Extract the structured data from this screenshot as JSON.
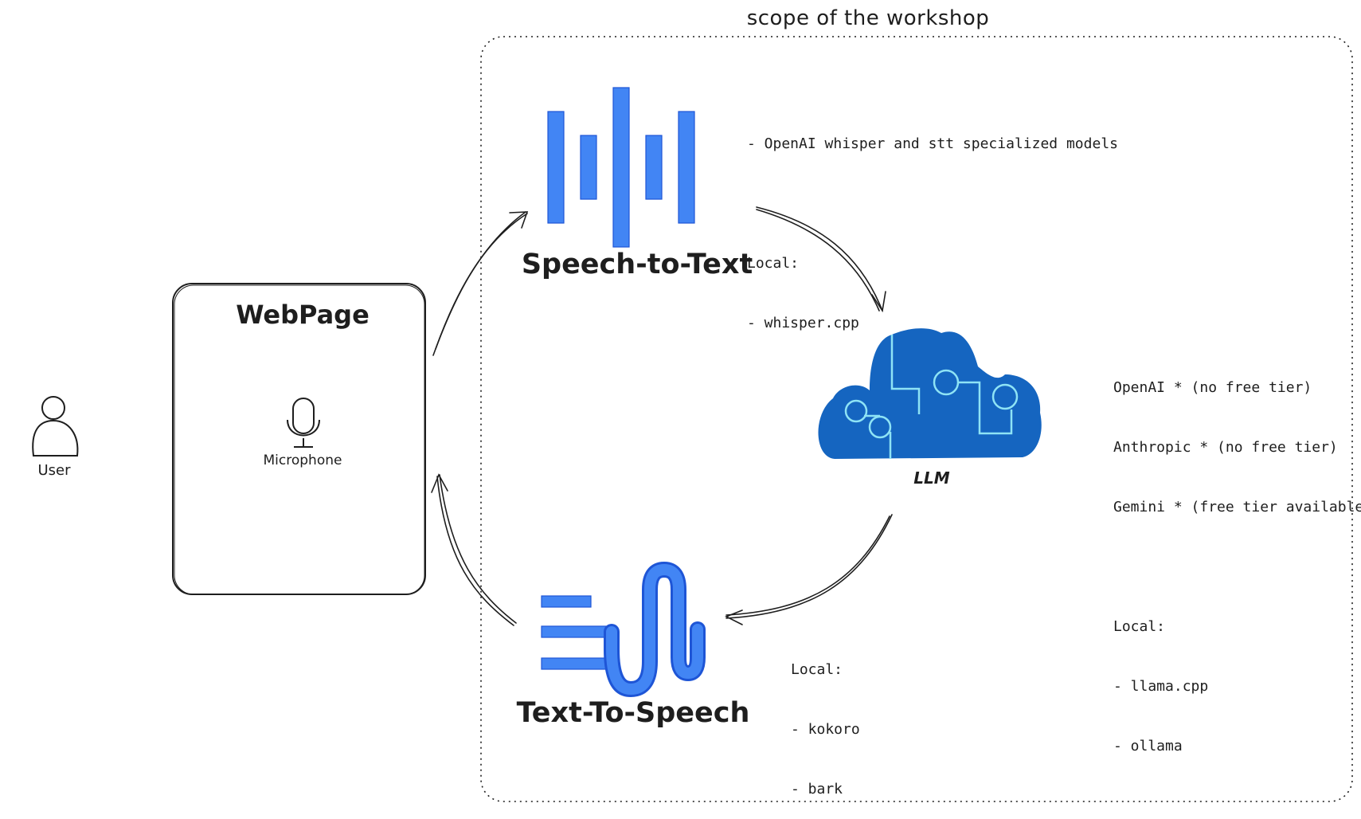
{
  "scope": {
    "title": "scope of the workshop"
  },
  "user": {
    "label": "User"
  },
  "webpage": {
    "title": "WebPage",
    "mic_label": "Microphone"
  },
  "stt": {
    "title": "Speech-to-Text",
    "notes": [
      "- OpenAI whisper and stt specialized models",
      "",
      "Local:",
      "- whisper.cpp"
    ]
  },
  "llm": {
    "label": "LLM",
    "notes": [
      "OpenAI * (no free tier)",
      "Anthropic * (no free tier)",
      "Gemini * (free tier available)",
      "",
      "Local:",
      "- llama.cpp",
      "- ollama"
    ]
  },
  "tts": {
    "title": "Text-To-Speech",
    "notes": [
      "Local:",
      "- kokoro",
      "- bark"
    ]
  },
  "colors": {
    "ink": "#1e1e1e",
    "stt_blue": "#4285f4",
    "stt_stroke": "#1e55d6",
    "cloud_blue": "#1565c0",
    "circuit_cyan": "#8ee3f5"
  }
}
